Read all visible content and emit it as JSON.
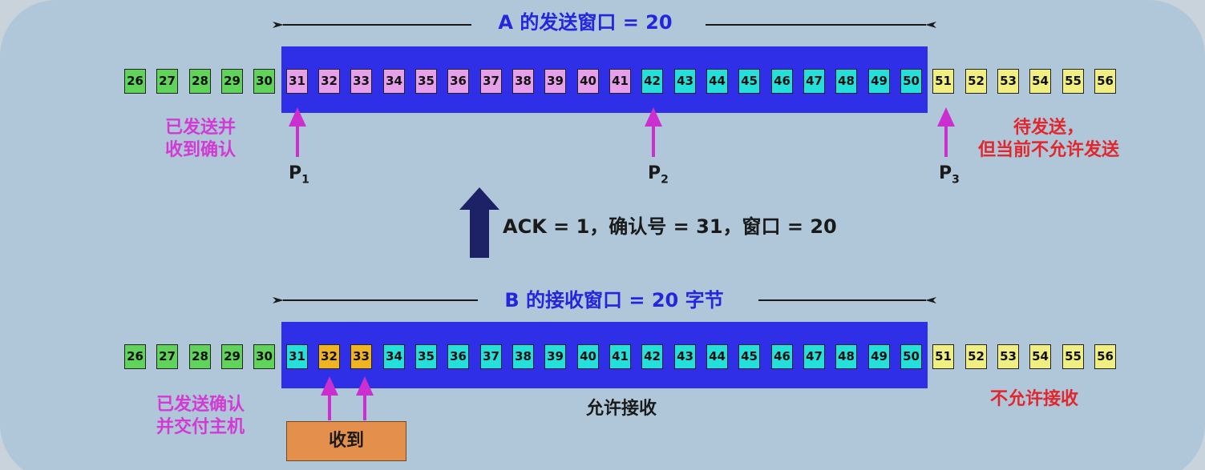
{
  "top": {
    "title": "A 的发送窗口 = 20",
    "cells": [
      {
        "n": "26",
        "c": "#5fd35a"
      },
      {
        "n": "27",
        "c": "#5fd35a"
      },
      {
        "n": "28",
        "c": "#5fd35a"
      },
      {
        "n": "29",
        "c": "#5fd35a"
      },
      {
        "n": "30",
        "c": "#5fd35a"
      },
      {
        "n": "31",
        "c": "#e6a0ea"
      },
      {
        "n": "32",
        "c": "#e6a0ea"
      },
      {
        "n": "33",
        "c": "#e6a0ea"
      },
      {
        "n": "34",
        "c": "#e6a0ea"
      },
      {
        "n": "35",
        "c": "#e6a0ea"
      },
      {
        "n": "36",
        "c": "#e6a0ea"
      },
      {
        "n": "37",
        "c": "#e6a0ea"
      },
      {
        "n": "38",
        "c": "#e6a0ea"
      },
      {
        "n": "39",
        "c": "#e6a0ea"
      },
      {
        "n": "40",
        "c": "#e6a0ea"
      },
      {
        "n": "41",
        "c": "#e6a0ea"
      },
      {
        "n": "42",
        "c": "#25e0da"
      },
      {
        "n": "43",
        "c": "#25e0da"
      },
      {
        "n": "44",
        "c": "#25e0da"
      },
      {
        "n": "45",
        "c": "#25e0da"
      },
      {
        "n": "46",
        "c": "#25e0da"
      },
      {
        "n": "47",
        "c": "#25e0da"
      },
      {
        "n": "48",
        "c": "#25e0da"
      },
      {
        "n": "49",
        "c": "#25e0da"
      },
      {
        "n": "50",
        "c": "#25e0da"
      },
      {
        "n": "51",
        "c": "#f1ee82"
      },
      {
        "n": "52",
        "c": "#f1ee82"
      },
      {
        "n": "53",
        "c": "#f1ee82"
      },
      {
        "n": "54",
        "c": "#f1ee82"
      },
      {
        "n": "55",
        "c": "#f1ee82"
      },
      {
        "n": "56",
        "c": "#f1ee82"
      }
    ],
    "left_label": [
      "已发送并",
      "收到确认"
    ],
    "right_label": [
      "待发送，",
      "但当前不允许发送"
    ],
    "pointers": [
      {
        "base": "P",
        "sub": "1"
      },
      {
        "base": "P",
        "sub": "2"
      },
      {
        "base": "P",
        "sub": "3"
      }
    ]
  },
  "ack_text": "ACK = 1，确认号 = 31，窗口 = 20",
  "bottom": {
    "title": "B 的接收窗口 = 20 字节",
    "cells": [
      {
        "n": "26",
        "c": "#5fd35a"
      },
      {
        "n": "27",
        "c": "#5fd35a"
      },
      {
        "n": "28",
        "c": "#5fd35a"
      },
      {
        "n": "29",
        "c": "#5fd35a"
      },
      {
        "n": "30",
        "c": "#5fd35a"
      },
      {
        "n": "31",
        "c": "#25e0da"
      },
      {
        "n": "32",
        "c": "#f0b422"
      },
      {
        "n": "33",
        "c": "#f0b422"
      },
      {
        "n": "34",
        "c": "#25e0da"
      },
      {
        "n": "35",
        "c": "#25e0da"
      },
      {
        "n": "36",
        "c": "#25e0da"
      },
      {
        "n": "37",
        "c": "#25e0da"
      },
      {
        "n": "38",
        "c": "#25e0da"
      },
      {
        "n": "39",
        "c": "#25e0da"
      },
      {
        "n": "40",
        "c": "#25e0da"
      },
      {
        "n": "41",
        "c": "#25e0da"
      },
      {
        "n": "42",
        "c": "#25e0da"
      },
      {
        "n": "43",
        "c": "#25e0da"
      },
      {
        "n": "44",
        "c": "#25e0da"
      },
      {
        "n": "45",
        "c": "#25e0da"
      },
      {
        "n": "46",
        "c": "#25e0da"
      },
      {
        "n": "47",
        "c": "#25e0da"
      },
      {
        "n": "48",
        "c": "#25e0da"
      },
      {
        "n": "49",
        "c": "#25e0da"
      },
      {
        "n": "50",
        "c": "#25e0da"
      },
      {
        "n": "51",
        "c": "#f1ee82"
      },
      {
        "n": "52",
        "c": "#f1ee82"
      },
      {
        "n": "53",
        "c": "#f1ee82"
      },
      {
        "n": "54",
        "c": "#f1ee82"
      },
      {
        "n": "55",
        "c": "#f1ee82"
      },
      {
        "n": "56",
        "c": "#f1ee82"
      }
    ],
    "left_label": [
      "已发送确认",
      "并交付主机"
    ],
    "middle_label": "允许接收",
    "right_label": "不允许接收",
    "received_label": "收到"
  },
  "colors": {
    "window": "#2f2fe8",
    "title": "#2525e0",
    "pointer_arrow": "#cc2fcf",
    "ack_arrow": "#1d2166",
    "label_magenta": "#d23ad3",
    "label_red": "#e2262d",
    "received_box": "#e58f4d"
  }
}
